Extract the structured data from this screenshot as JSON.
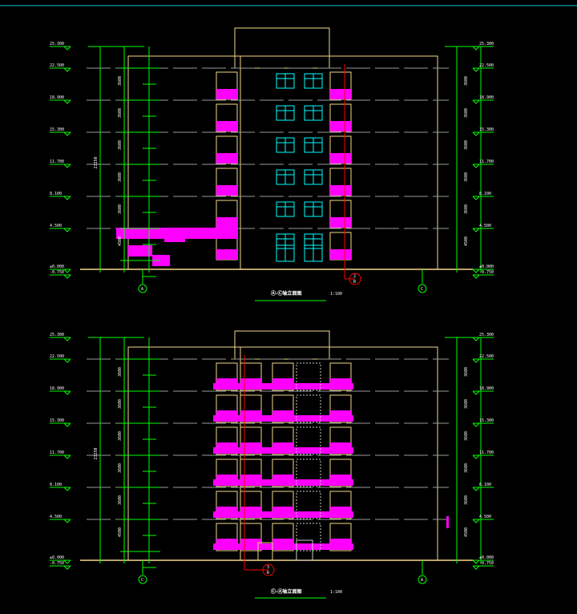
{
  "colors": {
    "bg": "#000000",
    "outline": "#f5d78a",
    "dim": "#00ff00",
    "fill": "#ff00ff",
    "window": "#00ffff",
    "grid": "#9a9a9a",
    "marker": "#ff0000",
    "topline": "#00c8d0"
  },
  "elevation_1": {
    "title": "Ⓐ-Ⓒ轴立面图",
    "scale": "1:100",
    "axis_left": "A",
    "axis_right": "C",
    "section": {
      "top": "2",
      "bottom": "R"
    }
  },
  "elevation_2": {
    "title": "Ⓒ-Ⓐ轴立面图",
    "scale": "1:100",
    "axis_left": "C",
    "axis_right": "A",
    "section": {
      "top": "3",
      "bottom": "R"
    }
  },
  "levels": [
    "25.300",
    "22.500",
    "18.900",
    "15.300",
    "11.700",
    "8.100",
    "4.500",
    "±0.000",
    "-0.750"
  ],
  "floor_dims": [
    "3600",
    "3600",
    "3600",
    "3600",
    "3600",
    "4500"
  ],
  "total_dim": "23250"
}
